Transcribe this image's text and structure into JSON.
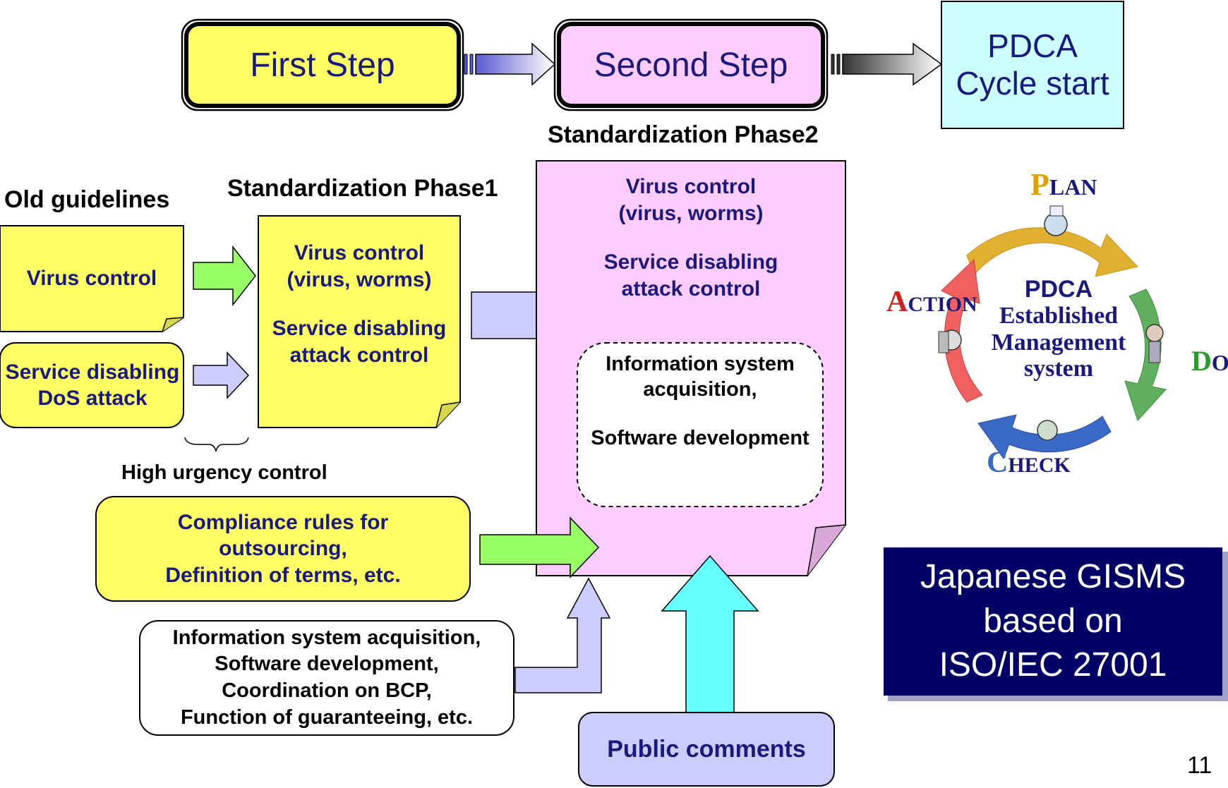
{
  "steps": {
    "first": "First Step",
    "second": "Second Step",
    "pdca_line1": "PDCA",
    "pdca_line2": "Cycle start"
  },
  "headings": {
    "phase2": "Standardization Phase2",
    "phase1": "Standardization Phase1",
    "old_guidelines": "Old guidelines",
    "high_urgency": "High urgency control"
  },
  "old": {
    "virus": "Virus control",
    "service_line1": "Service disabling",
    "service_line2": "DoS attack"
  },
  "phase1_box": {
    "l1": "Virus control",
    "l2": "(virus, worms)",
    "l3": "Service disabling",
    "l4": "attack control"
  },
  "phase2_box": {
    "l1": "Virus control",
    "l2": "(virus, worms)",
    "l3": "Service disabling",
    "l4": "attack control",
    "inner_l1": "Information system",
    "inner_l2": "acquisition,",
    "inner_l3": "Software development"
  },
  "compliance": {
    "l1": "Compliance rules for",
    "l2": "outsourcing,",
    "l3": "Definition of terms, etc."
  },
  "info_box": {
    "l1": "Information system acquisition,",
    "l2": "Software development,",
    "l3": "Coordination on BCP,",
    "l4": "Function of guaranteeing, etc."
  },
  "public_comments": "Public comments",
  "pdca_cycle": {
    "plan_initial": "P",
    "plan_rest": "LAN",
    "do_initial": "D",
    "do_rest": "O",
    "check_initial": "C",
    "check_rest": "HECK",
    "action_initial": "A",
    "action_rest": "CTION",
    "center_l1": "PDCA",
    "center_l2": "Established",
    "center_l3": "Management",
    "center_l4": "system"
  },
  "gisms": {
    "l1": "Japanese GISMS",
    "l2": "based on",
    "l3": "ISO/IEC 27001"
  },
  "page_number": "11",
  "colors": {
    "yellow": "#ffff66",
    "pink": "#ffccff",
    "cyan": "#ccffff",
    "navy_text": "#1a1a7e",
    "green_arrow": "#99ff66",
    "lavender_arrow": "#ccccff",
    "cyan_arrow": "#66ffff",
    "gisms_bg": "#000066"
  }
}
